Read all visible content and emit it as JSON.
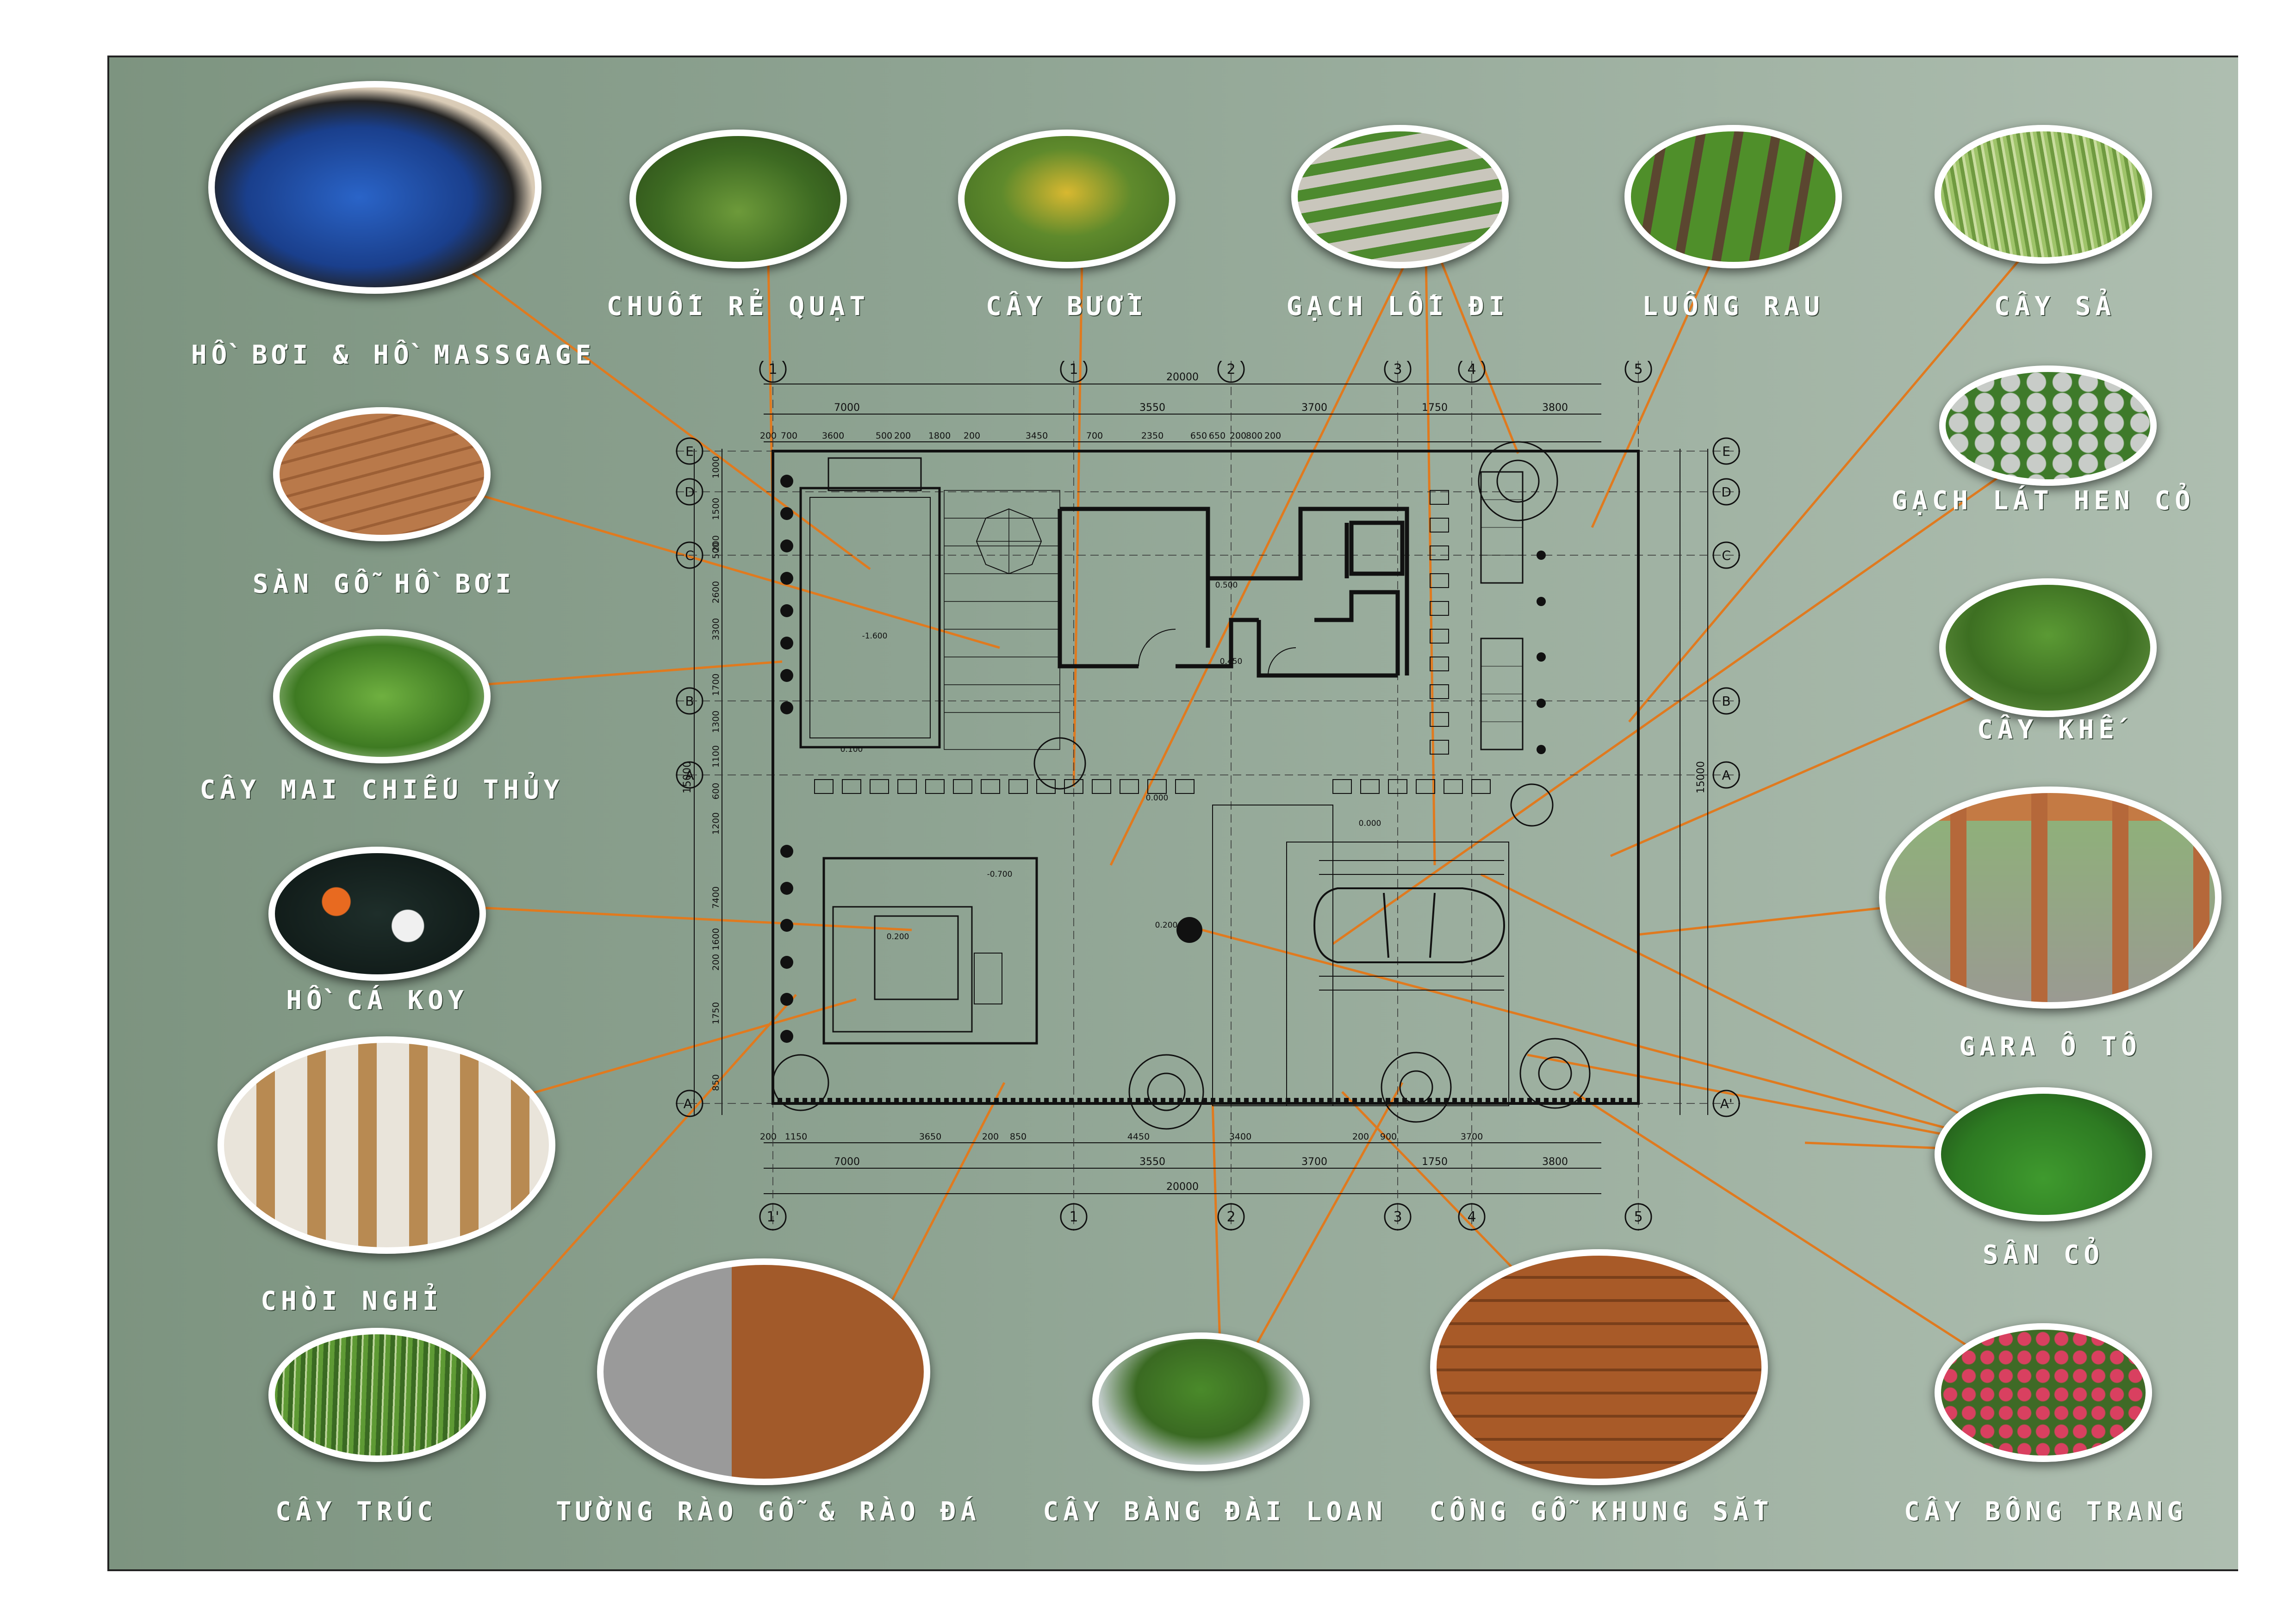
{
  "labels": {
    "pool": "HỒ BƠI & HỒ MASSGAGE",
    "fan_palm": "CHUỐI RẺ QUẠT",
    "pomelo": "CÂY BƯỞI",
    "path_tile": "GẠCH LỐI ĐI",
    "vegetable_beds": "LUỐNG RAU",
    "lemongrass": "CÂY SẢ",
    "grass_tile": "GẠCH LÁT HEN CỎ",
    "pool_deck": "SÀN GỖ HỒ BƠI",
    "mai_chieu_thuy": "CÂY MAI CHIẾU THỦY",
    "starfruit": "CÂY KHẾ",
    "koi_pond": "HỒ CÁ KOY",
    "garage": "GARA Ô TÔ",
    "gazebo": "CHÒI NGHỈ",
    "lawn": "SÂN CỎ",
    "bamboo": "CÂY TRÚC",
    "fence": "TƯỜNG RÀO GỖ & RÀO ĐÁ",
    "terminalia": "CÂY BÀNG ĐÀI LOAN",
    "gate": "CỔNG GỖ KHUNG SẮT",
    "ixora": "CÂY BÔNG TRANG"
  },
  "plan": {
    "overall_width": "20000",
    "overall_depth": "15000",
    "top_dims": [
      "7000",
      "3550",
      "3700",
      "1750",
      "3800"
    ],
    "top_sub_dims": [
      "200",
      "700",
      "3600",
      "500",
      "200",
      "1800",
      "200",
      "3450",
      "700",
      "2350",
      "650",
      "650",
      "200",
      "800",
      "200"
    ],
    "bottom_dims": [
      "7000",
      "3550",
      "3700",
      "1750",
      "3800"
    ],
    "bottom_sub_dims": [
      "200",
      "1150",
      "3650",
      "200",
      "850",
      "4450",
      "3400",
      "200",
      "900",
      "3700"
    ],
    "left_dims": [
      "1000",
      "1500",
      "200",
      "500",
      "2600",
      "3300",
      "1700",
      "1300",
      "1100",
      "600",
      "1200",
      "7400",
      "1600",
      "200",
      "1750",
      "850"
    ],
    "axes_top": [
      "1",
      "1",
      "2",
      "3",
      "4",
      "5"
    ],
    "axes_bottom": [
      "1'",
      "1",
      "2",
      "3",
      "4",
      "5"
    ],
    "axes_left": [
      "E",
      "D",
      "C",
      "B",
      "A",
      "A'"
    ],
    "levels": [
      "-1.600",
      "0.100",
      "0.000",
      "0.000",
      "-0.700",
      "0.200",
      "0.200",
      "0.500",
      "0.450"
    ]
  },
  "colors": {
    "board_left": "#7d9480",
    "board_right": "#aebeb0",
    "leader": "#e07a1f",
    "label": "#ffffff",
    "plan_ink": "#111111"
  }
}
